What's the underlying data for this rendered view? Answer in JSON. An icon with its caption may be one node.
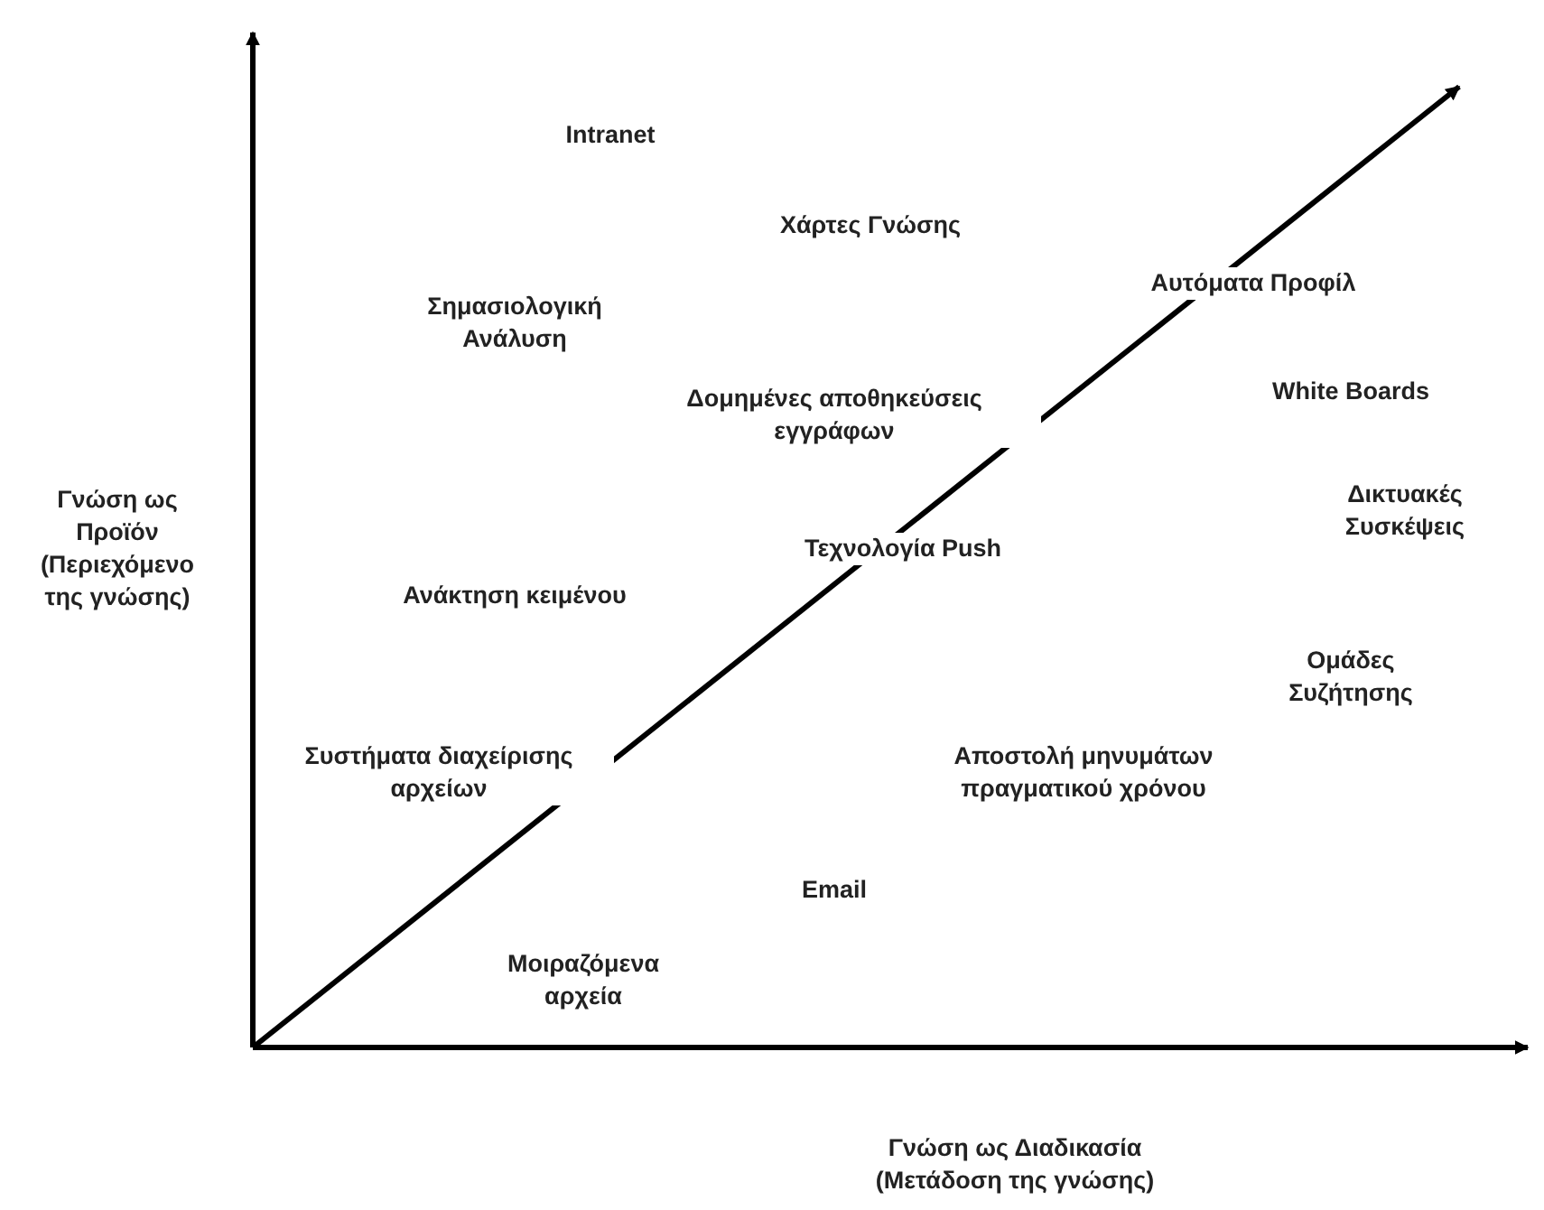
{
  "diagram": {
    "labels": [
      "Intranet",
      "Χάρτες Γνώσης",
      "Αυτόματα Προφίλ",
      "Σημασιολογική Ανάλυση",
      "Δομημένες αποθηκεύσεις εγγράφων",
      "White Boards",
      "Γνώση ως Προϊόν (Περιεχόμενο της γνώσης)",
      "Δικτυακές Συσκέψεις",
      "Τεχνολογία Push",
      "Ανάκτηση κειμένου",
      "Ομάδες Συζήτησης",
      "Συστήματα διαχείρισης αρχείων",
      "Αποστολή μηνυμάτων πραγματικού χρόνου",
      "Email",
      "Μοιραζόμενα αρχεία",
      "Γνώση ως Διαδικασία (Μετάδοση της γνώσης)"
    ]
  }
}
